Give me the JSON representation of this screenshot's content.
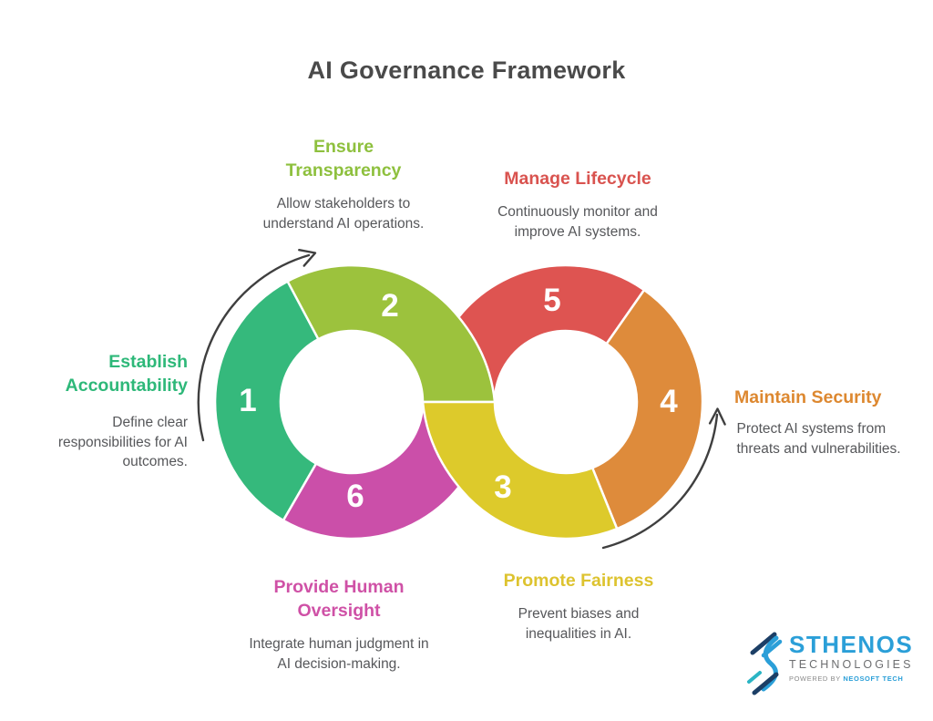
{
  "title": "AI Governance Framework",
  "steps": [
    {
      "number": "1",
      "title": "Establish Accountability",
      "description": "Define clear responsibilities for AI outcomes.",
      "color": "#35b97c",
      "title_color": "#2eb879"
    },
    {
      "number": "2",
      "title": "Ensure Transparency",
      "description": "Allow stakeholders to understand AI operations.",
      "color": "#9cc23d",
      "title_color": "#8ec03e"
    },
    {
      "number": "3",
      "title": "Promote Fairness",
      "description": "Prevent biases and inequalities in AI.",
      "color": "#ddca2b",
      "title_color": "#ddc32f"
    },
    {
      "number": "4",
      "title": "Maintain Security",
      "description": "Protect AI systems from threats and vulnerabilities.",
      "color": "#de8b3b",
      "title_color": "#dd8830"
    },
    {
      "number": "5",
      "title": "Manage Lifecycle",
      "description": "Continuously monitor and improve AI systems.",
      "color": "#de5451",
      "title_color": "#d9534f"
    },
    {
      "number": "6",
      "title": "Provide Human Oversight",
      "description": "Integrate human judgment in AI decision-making.",
      "color": "#cb4fa9",
      "title_color": "#cf51a6"
    }
  ],
  "arrow_color": "#3f3f3f",
  "branding": {
    "name": "STHENOS",
    "subtitle": "TECHNOLOGIES",
    "powered_by": "POWERED BY",
    "powered_by_brand": "NEOSOFT TECH",
    "brand_color": "#2b9fd8",
    "dark_color": "#1c3f66",
    "accent_teal": "#2bb5c4"
  }
}
